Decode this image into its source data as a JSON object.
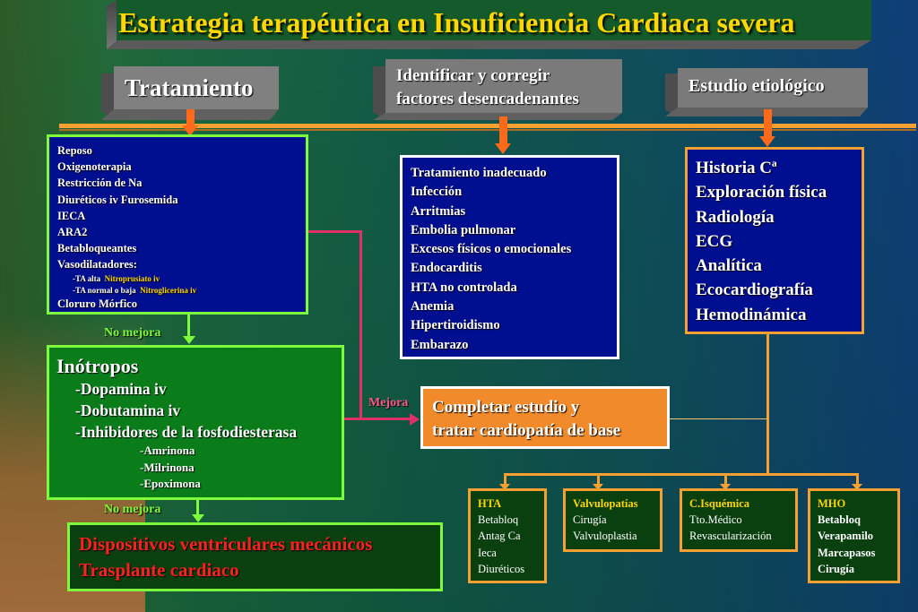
{
  "title": "Estrategia terapéutica en Insuficiencia Cardiaca severa",
  "tabs": {
    "tratamiento": "Tratamiento",
    "identificar_1": "Identificar y corregir",
    "identificar_2": "factores desencadenantes",
    "estudio": "Estudio etiológico"
  },
  "tratamiento_list": [
    "Reposo",
    "Oxigenoterapia",
    "Restricción de Na",
    "Diuréticos iv Furosemida",
    "IECA",
    "ARA2",
    "Betabloqueantes",
    "Vasodilatadores:"
  ],
  "vasodilatadores": {
    "ta_alta": "-TA alta",
    "ta_alta_drug": "Nitroprusiato iv",
    "ta_baja": "-TA normal o baja",
    "ta_baja_drug": "Nitroglicerina iv"
  },
  "cloruro": "Cloruro Mórfico",
  "no_mejora_1": "No mejora",
  "no_mejora_2": "No mejora",
  "mejora": "Mejora",
  "inotropos": {
    "title": "Inótropos",
    "items": [
      "-Dopamina iv",
      "-Dobutamina iv",
      "-Inhibidores de la fosfodiesterasa"
    ],
    "subitems": [
      "-Amrinona",
      "-Milrinona",
      "-Epoximona"
    ]
  },
  "dispositivos": [
    "Dispositivos ventriculares mecánicos",
    "Trasplante cardiaco"
  ],
  "factores_list": [
    "Tratamiento inadecuado",
    "Infección",
    "Arritmias",
    "Embolia pulmonar",
    "Excesos físicos o emocionales",
    "Endocarditis",
    "HTA no controlada",
    "Anemia",
    "Hipertiroidismo",
    "Embarazo"
  ],
  "etiologico_list": [
    "Historia Cª",
    "Exploración física",
    "Radiología",
    "ECG",
    "Analítica",
    "Ecocardiografía",
    "Hemodinámica"
  ],
  "completar": [
    "Completar estudio y",
    "tratar cardiopatía de base"
  ],
  "cardiopatias": [
    {
      "title": "HTA",
      "items": [
        "Betabloq",
        "Antag Ca",
        "Ieca",
        "Diuréticos"
      ]
    },
    {
      "title": "Valvulopatías",
      "items": [
        "Cirugía",
        "Valvuloplastia"
      ]
    },
    {
      "title": "C.Isquémica",
      "items": [
        "Tto.Médico",
        "Revascularización"
      ]
    },
    {
      "title": "MHO",
      "items": [
        "Betabloq",
        "Verapamilo",
        "Marcapasos",
        "Cirugía"
      ]
    }
  ],
  "colors": {
    "title_text": "#ffd700",
    "orange": "#f5a030",
    "green_border": "#7cfc3c",
    "pink": "#e0306a",
    "red_text": "#ff2020",
    "blue_box": "#000f8f",
    "green_box": "#0a7d1a"
  }
}
